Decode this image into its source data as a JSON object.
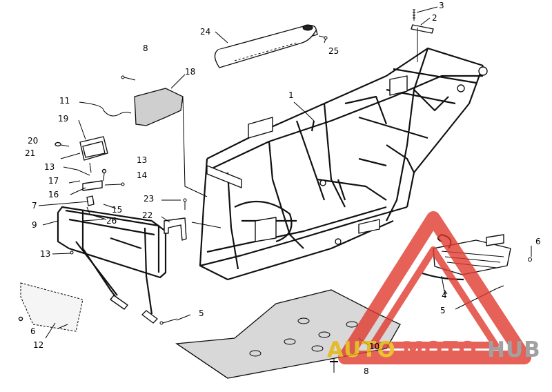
{
  "callouts": [
    {
      "id": "c1",
      "text": "1"
    },
    {
      "id": "c2",
      "text": "2"
    },
    {
      "id": "c3",
      "text": "3"
    },
    {
      "id": "c4",
      "text": "4"
    },
    {
      "id": "c5a",
      "text": "5"
    },
    {
      "id": "c5b",
      "text": "5"
    },
    {
      "id": "c6a",
      "text": "6"
    },
    {
      "id": "c6b",
      "text": "6"
    },
    {
      "id": "c7",
      "text": "7"
    },
    {
      "id": "c8a",
      "text": "8"
    },
    {
      "id": "c8b",
      "text": "8"
    },
    {
      "id": "c9",
      "text": "9"
    },
    {
      "id": "c10",
      "text": "10"
    },
    {
      "id": "c11",
      "text": "11"
    },
    {
      "id": "c12",
      "text": "12"
    },
    {
      "id": "c13a",
      "text": "13"
    },
    {
      "id": "c13b",
      "text": "13"
    },
    {
      "id": "c13c",
      "text": "13"
    },
    {
      "id": "c14",
      "text": "14"
    },
    {
      "id": "c15",
      "text": "15"
    },
    {
      "id": "c16",
      "text": "16"
    },
    {
      "id": "c17",
      "text": "17"
    },
    {
      "id": "c18",
      "text": "18"
    },
    {
      "id": "c19",
      "text": "19"
    },
    {
      "id": "c20",
      "text": "20"
    },
    {
      "id": "c21",
      "text": "21"
    },
    {
      "id": "c22",
      "text": "22"
    },
    {
      "id": "c23",
      "text": "23"
    },
    {
      "id": "c24",
      "text": "24"
    },
    {
      "id": "c25",
      "text": "25"
    },
    {
      "id": "c26",
      "text": "26"
    }
  ],
  "watermark": {
    "part1": "AUTO",
    "part2": "MOTO",
    "part3": "HUB",
    "color_red": "#e03a2f",
    "color_gray": "#8a8a8a",
    "color_gold": "#e8b400"
  }
}
